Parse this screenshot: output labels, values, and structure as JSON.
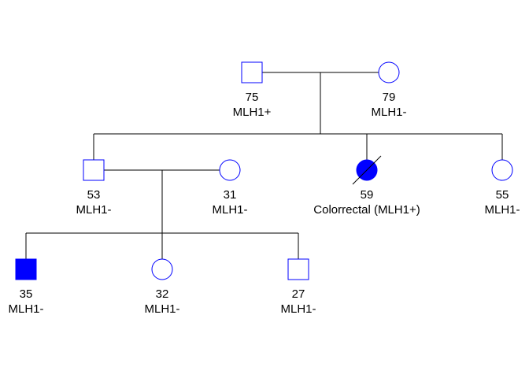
{
  "colors": {
    "symbol_stroke": "#0000ff",
    "affected_fill": "#0000ff",
    "unaffected_fill": "#ffffff",
    "line": "#000000",
    "text": "#000000"
  },
  "individuals": [
    {
      "id": "i75",
      "sex": "male",
      "affected": false,
      "deceased": false,
      "age": "75",
      "label": "MLH1+"
    },
    {
      "id": "i79",
      "sex": "female",
      "affected": false,
      "deceased": false,
      "age": "79",
      "label": "MLH1-"
    },
    {
      "id": "i53",
      "sex": "male",
      "affected": false,
      "deceased": false,
      "age": "53",
      "label": "MLH1-"
    },
    {
      "id": "i31",
      "sex": "female",
      "affected": false,
      "deceased": false,
      "age": "31",
      "label": "MLH1-"
    },
    {
      "id": "i59",
      "sex": "female",
      "affected": true,
      "deceased": true,
      "age": "59",
      "label": "Colorrectal (MLH1+)"
    },
    {
      "id": "i55",
      "sex": "female",
      "affected": false,
      "deceased": false,
      "age": "55",
      "label": "MLH1-"
    },
    {
      "id": "i35",
      "sex": "male",
      "affected": true,
      "deceased": false,
      "age": "35",
      "label": "MLH1-"
    },
    {
      "id": "i32",
      "sex": "female",
      "affected": false,
      "deceased": false,
      "age": "32",
      "label": "MLH1-"
    },
    {
      "id": "i27",
      "sex": "male",
      "affected": false,
      "deceased": false,
      "age": "27",
      "label": "MLH1-"
    }
  ],
  "unions": [
    {
      "id": "u1",
      "partners": [
        "i75",
        "i79"
      ],
      "children": [
        "i53",
        "i59",
        "i55"
      ]
    },
    {
      "id": "u2",
      "partners": [
        "i53",
        "i31"
      ],
      "children": [
        "i35",
        "i32",
        "i27"
      ]
    }
  ]
}
